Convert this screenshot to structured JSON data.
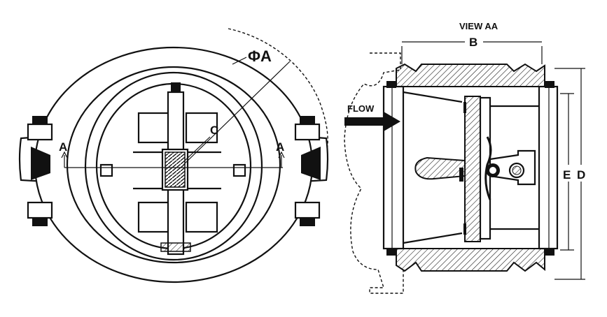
{
  "labels": {
    "phi_a": "ΦA",
    "c": "C",
    "a_left": "A",
    "a_right": "A",
    "view": "VIEW AA",
    "b": "B",
    "flow": "FLOW",
    "e": "E",
    "d": "D"
  },
  "colors": {
    "ink": "#111111",
    "paper": "#ffffff"
  }
}
